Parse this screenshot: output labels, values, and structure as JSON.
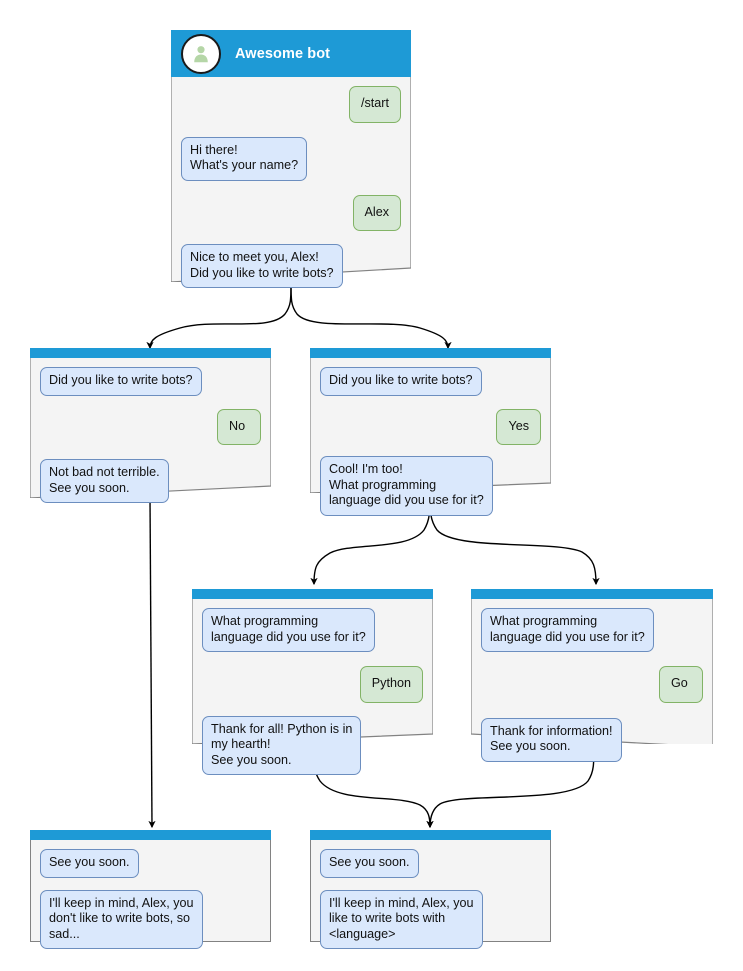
{
  "diagram": {
    "title": "Awesome bot chatbot conversation flow",
    "type": "flowchart",
    "colors": {
      "header_blue": "#1e9ad6",
      "window_background": "#f4f4f4",
      "window_border": "#828282",
      "bot_bubble_fill": "#dae8fc",
      "bot_bubble_border": "#6c8ebf",
      "user_bubble_fill": "#d5e8d4",
      "user_bubble_border": "#82b366",
      "avatar_fill": "#ffffff",
      "avatar_person": "#b5d6a7",
      "edge": "#000000",
      "text": "#111111",
      "title_text": "#ffffff"
    }
  },
  "nodes": {
    "root": {
      "id": "node-awesome-bot",
      "header": {
        "title": "Awesome bot",
        "avatar_icon": "user-avatar-icon"
      },
      "messages": [
        {
          "from": "user",
          "text": "/start"
        },
        {
          "from": "bot",
          "text": "Hi there!\nWhat's your name?"
        },
        {
          "from": "user",
          "text": "Alex"
        },
        {
          "from": "bot",
          "text": "Nice to meet you, Alex!\nDid you like to write bots?"
        }
      ]
    },
    "no_branch": {
      "id": "node-no-branch",
      "messages": [
        {
          "from": "bot",
          "text": "Did you like to write bots?"
        },
        {
          "from": "user",
          "text": "No"
        },
        {
          "from": "bot",
          "text": "Not bad not terrible.\nSee you soon."
        }
      ]
    },
    "yes_branch": {
      "id": "node-yes-branch",
      "messages": [
        {
          "from": "bot",
          "text": "Did you like to write bots?"
        },
        {
          "from": "user",
          "text": "Yes"
        },
        {
          "from": "bot",
          "text": "Cool! I'm too!\nWhat programming\nlanguage did you use for it?"
        }
      ]
    },
    "python_branch": {
      "id": "node-python-branch",
      "messages": [
        {
          "from": "bot",
          "text": "What programming\nlanguage did you use for it?"
        },
        {
          "from": "user",
          "text": "Python"
        },
        {
          "from": "bot",
          "text": "Thank for all! Python is in\nmy hearth!\nSee you soon."
        }
      ]
    },
    "go_branch": {
      "id": "node-go-branch",
      "messages": [
        {
          "from": "bot",
          "text": "What programming\nlanguage did you use for it?"
        },
        {
          "from": "user",
          "text": "Go"
        },
        {
          "from": "bot",
          "text": "Thank for information!\nSee you soon."
        }
      ]
    },
    "end_sad": {
      "id": "node-end-sad",
      "messages": [
        {
          "from": "bot",
          "text": "See you soon."
        },
        {
          "from": "bot",
          "text": "I'll keep in mind, Alex, you\ndon't like to write bots, so\nsad..."
        }
      ]
    },
    "end_happy": {
      "id": "node-end-happy",
      "messages": [
        {
          "from": "bot",
          "text": "See you soon."
        },
        {
          "from": "bot",
          "text": "I'll keep in mind, Alex, you\nlike to write bots with\n<language>"
        }
      ]
    }
  },
  "edges": [
    {
      "from": "root",
      "to": "no_branch",
      "style": "curved-arrow"
    },
    {
      "from": "root",
      "to": "yes_branch",
      "style": "curved-arrow"
    },
    {
      "from": "no_branch",
      "to": "end_sad",
      "style": "straight-arrow"
    },
    {
      "from": "yes_branch",
      "to": "python_branch",
      "style": "curved-arrow"
    },
    {
      "from": "yes_branch",
      "to": "go_branch",
      "style": "curved-arrow"
    },
    {
      "from": "python_branch",
      "to": "end_happy",
      "style": "curved-arrow"
    },
    {
      "from": "go_branch",
      "to": "end_happy",
      "style": "curved-arrow"
    }
  ]
}
